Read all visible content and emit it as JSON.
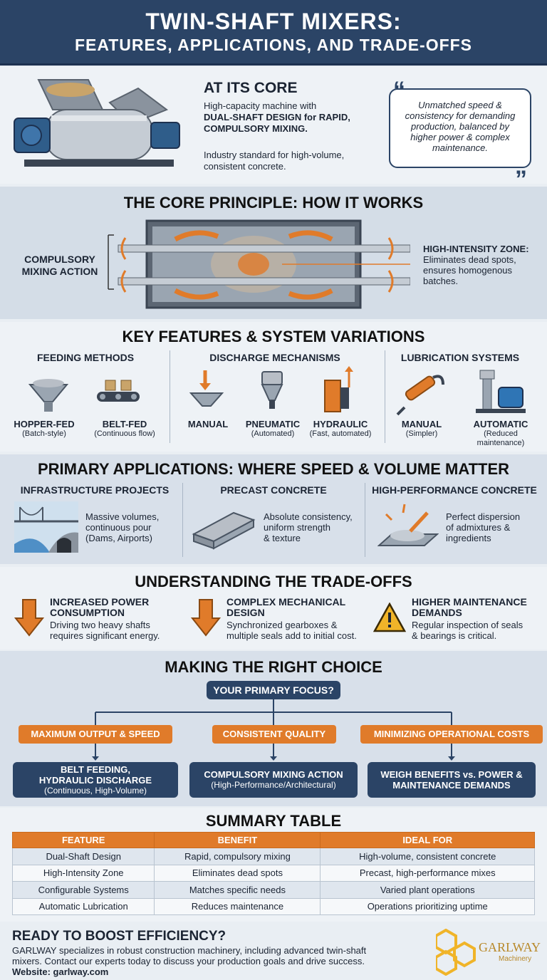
{
  "header": {
    "title1": "TWIN-SHAFT MIXERS:",
    "title2": "FEATURES, APPLICATIONS, AND TRADE-OFFS"
  },
  "core": {
    "heading": "AT ITS CORE",
    "line1": "High-capacity machine with",
    "line2": "DUAL-SHAFT DESIGN for RAPID,",
    "line3": "COMPULSORY MIXING.",
    "line4": "Industry standard for high-volume,",
    "line5": "consistent concrete.",
    "quote": "Unmatched speed & consistency for demanding production, balanced by higher power & complex maintenance."
  },
  "how": {
    "heading": "THE CORE PRINCIPLE: HOW IT WORKS",
    "left1": "COMPULSORY",
    "left2": "MIXING ACTION",
    "right_title": "HIGH-INTENSITY ZONE:",
    "right1": "Eliminates dead spots,",
    "right2": "ensures homogenous",
    "right3": "batches."
  },
  "features": {
    "heading": "KEY FEATURES & SYSTEM VARIATIONS",
    "feeding": {
      "title": "FEEDING METHODS",
      "items": [
        {
          "label": "HOPPER-FED",
          "sub": "(Batch-style)"
        },
        {
          "label": "BELT-FED",
          "sub": "(Continuous flow)"
        }
      ]
    },
    "discharge": {
      "title": "DISCHARGE MECHANISMS",
      "items": [
        {
          "label": "MANUAL",
          "sub": ""
        },
        {
          "label": "PNEUMATIC",
          "sub": "(Automated)"
        },
        {
          "label": "HYDRAULIC",
          "sub": "(Fast, automated)"
        }
      ]
    },
    "lubrication": {
      "title": "LUBRICATION SYSTEMS",
      "items": [
        {
          "label": "MANUAL",
          "sub": "(Simpler)"
        },
        {
          "label": "AUTOMATIC",
          "sub": "(Reduced maintenance)"
        }
      ]
    }
  },
  "applications": {
    "heading": "PRIMARY APPLICATIONS: WHERE SPEED & VOLUME MATTER",
    "items": [
      {
        "title": "INFRASTRUCTURE PROJECTS",
        "l1": "Massive volumes,",
        "l2": "continuous pour",
        "l3": "(Dams, Airports)"
      },
      {
        "title": "PRECAST CONCRETE",
        "l1": "Absolute consistency,",
        "l2": "uniform strength",
        "l3": "& texture"
      },
      {
        "title": "HIGH-PERFORMANCE CONCRETE",
        "l1": "Perfect dispersion",
        "l2": "of admixtures &",
        "l3": "ingredients"
      }
    ]
  },
  "tradeoffs": {
    "heading": "UNDERSTANDING THE TRADE-OFFS",
    "items": [
      {
        "t1": "INCREASED POWER",
        "t2": "CONSUMPTION",
        "d1": "Driving two heavy shafts",
        "d2": "requires significant energy."
      },
      {
        "t1": "COMPLEX MECHANICAL",
        "t2": "DESIGN",
        "d1": "Synchronized gearboxes &",
        "d2": "multiple seals add to initial cost."
      },
      {
        "t1": "HIGHER MAINTENANCE",
        "t2": "DEMANDS",
        "d1": "Regular inspection of seals",
        "d2": "& bearings is critical."
      }
    ]
  },
  "choice": {
    "heading": "MAKING THE RIGHT CHOICE",
    "root": "YOUR PRIMARY FOCUS?",
    "options": [
      {
        "focus": "MAXIMUM OUTPUT & SPEED",
        "r1": "BELT FEEDING,",
        "r2": "HYDRAULIC DISCHARGE",
        "r3": "(Continuous, High-Volume)"
      },
      {
        "focus": "CONSISTENT QUALITY",
        "r1": "COMPULSORY MIXING ACTION",
        "r2": "",
        "r3": "(High-Performance/Architectural)"
      },
      {
        "focus": "MINIMIZING OPERATIONAL COSTS",
        "r1": "WEIGH BENEFITS vs. POWER &",
        "r2": "MAINTENANCE DEMANDS",
        "r3": ""
      }
    ]
  },
  "summary": {
    "heading": "SUMMARY TABLE",
    "columns": [
      "FEATURE",
      "BENEFIT",
      "IDEAL FOR"
    ],
    "rows": [
      [
        "Dual-Shaft Design",
        "Rapid, compulsory mixing",
        "High-volume, consistent concrete"
      ],
      [
        "High-Intensity Zone",
        "Eliminates dead spots",
        "Precast, high-performance mixes"
      ],
      [
        "Configurable Systems",
        "Matches specific needs",
        "Varied plant operations"
      ],
      [
        "Automatic Lubrication",
        "Reduces maintenance",
        "Operations prioritizing uptime"
      ]
    ]
  },
  "cta": {
    "heading": "READY TO BOOST EFFICIENCY?",
    "l1": "GARLWAY specializes in robust construction machinery, including advanced twin-shaft",
    "l2": "mixers. Contact our experts today to discuss your production goals and drive success.",
    "l3": "Website: garlway.com",
    "logo_name": "GARLWAY",
    "logo_sub": "Machinery"
  },
  "colors": {
    "navy": "#2b4466",
    "orange": "#e07b2a"
  }
}
